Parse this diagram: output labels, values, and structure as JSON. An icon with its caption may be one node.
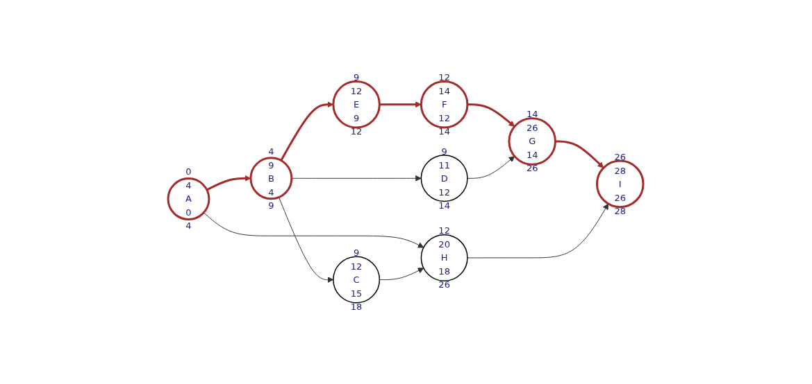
{
  "diagram": {
    "nodes": [
      {
        "text": [
          "0",
          "4",
          "A",
          "0",
          "4"
        ]
      },
      {
        "text": [
          "4",
          "9",
          "B",
          "4",
          "9"
        ]
      },
      {
        "text": [
          "9",
          "12",
          "C",
          "15",
          "18"
        ]
      },
      {
        "text": [
          "9",
          "11",
          "D",
          "12",
          "14"
        ]
      },
      {
        "text": [
          "9",
          "12",
          "E",
          "9",
          "12"
        ]
      },
      {
        "text": [
          "12",
          "14",
          "F",
          "12",
          "14"
        ]
      },
      {
        "text": [
          "14",
          "26",
          "G",
          "14",
          "26"
        ]
      },
      {
        "text": [
          "12",
          "20",
          "H",
          "18",
          "26"
        ]
      },
      {
        "text": [
          "26",
          "28",
          "I",
          "26",
          "28"
        ]
      }
    ],
    "edges": [
      {
        "from": 0,
        "to": 1,
        "arrow": "to",
        "style": "thick",
        "color": "#a52a2a"
      },
      {
        "from": 0,
        "to": 7,
        "arrow": "to"
      },
      {
        "from": 1,
        "to": 2,
        "arrow": "to"
      },
      {
        "from": 1,
        "to": 3,
        "arrow": "to"
      },
      {
        "from": 1,
        "to": 4,
        "arrow": "to",
        "style": "thick",
        "color": "#a52a2a"
      },
      {
        "from": 4,
        "to": 5,
        "arrow": "to",
        "style": "thick",
        "color": "#a52a2a"
      },
      {
        "from": 5,
        "to": 6,
        "arrow": "to",
        "style": "thick",
        "color": "#a52a2a"
      },
      {
        "from": 6,
        "to": 8,
        "arrow": "to",
        "style": "thick",
        "color": "#a52a2a"
      },
      {
        "from": 2,
        "to": 7,
        "arrow": "to"
      },
      {
        "from": 3,
        "to": 6,
        "arrow": "to"
      },
      {
        "from": 7,
        "to": 8,
        "arrow": "to"
      }
    ]
  }
}
